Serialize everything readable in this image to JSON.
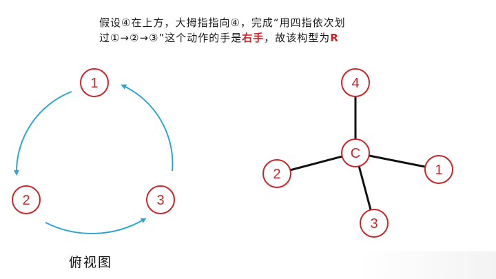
{
  "caption": {
    "line1": "假设④在上方，大拇指指向④，完成“用四指依次划",
    "line2_pre": "过①→②→③”这个动作的手是",
    "line2_hl": "右手",
    "line2_mid": "，故该构型为",
    "line2_end": "R"
  },
  "top_view": {
    "label": "俯视图",
    "nodes": [
      "1",
      "2",
      "3"
    ]
  },
  "molecule": {
    "center": "C",
    "substituents": [
      "4",
      "2",
      "1",
      "3"
    ]
  },
  "colors": {
    "node_stroke": "#c8262b",
    "arrow": "#2ca6cf",
    "bond": "#111111",
    "highlight": "#d31f26"
  }
}
